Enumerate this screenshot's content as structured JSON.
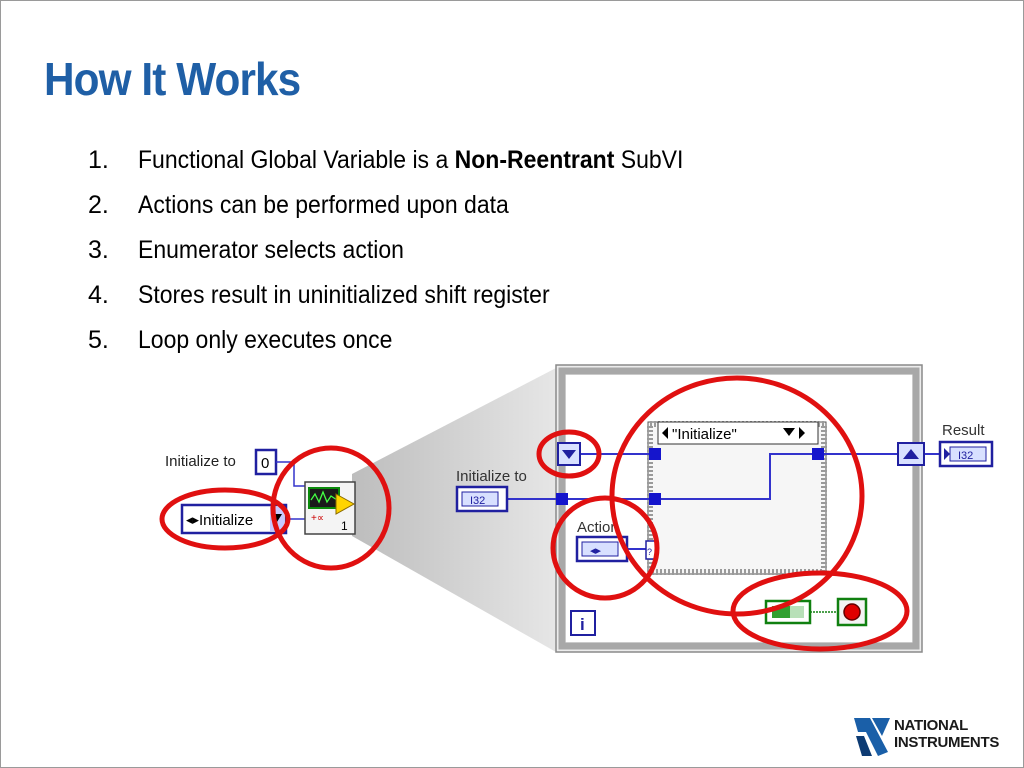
{
  "slide": {
    "title": "How It Works",
    "bullets": [
      {
        "num": "1.",
        "pre": "Functional Global Variable is a ",
        "bold": "Non-Reentrant",
        "post": " SubVI"
      },
      {
        "num": "2.",
        "pre": "Actions can be performed upon data",
        "bold": "",
        "post": ""
      },
      {
        "num": "3.",
        "pre": "Enumerator selects action",
        "bold": "",
        "post": ""
      },
      {
        "num": "4.",
        "pre": "Stores result in uninitialized shift register",
        "bold": "",
        "post": ""
      },
      {
        "num": "5.",
        "pre": "Loop only executes once",
        "bold": "",
        "post": ""
      }
    ]
  },
  "left_diagram": {
    "init_label": "Initialize to",
    "init_value": "0",
    "enum_value": "Initialize",
    "subvi_terminal": "1"
  },
  "block_diagram": {
    "case_selector": "\"Initialize\"",
    "init_label": "Initialize to",
    "init_type": "I32",
    "action_label": "Action",
    "result_label": "Result",
    "result_type": "I32",
    "iteration": "i",
    "colors": {
      "wire": "#3333cc",
      "highlight": "#e00000",
      "loop_border": "#a0a0a0"
    }
  },
  "logo": {
    "line1": "NATIONAL",
    "line2": "INSTRUMENTS"
  }
}
